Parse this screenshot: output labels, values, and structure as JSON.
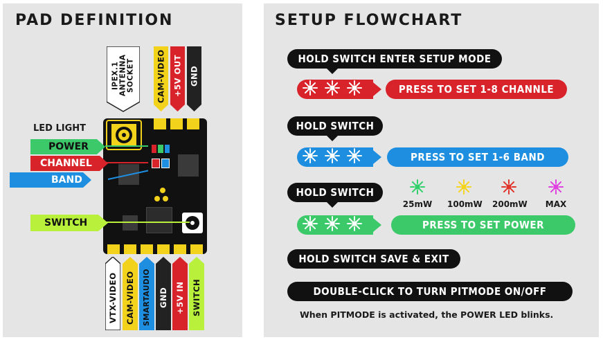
{
  "left_panel": {
    "title": "PAD DEFINITION",
    "top_pads": {
      "antenna": "IPEX.1 ANTENNA SOCKET",
      "cam_video": "CAM-VIDEO",
      "five_v_out": "+5V OUT",
      "gnd": "GND"
    },
    "led_light": "LED LIGHT",
    "led_labels": {
      "power": "POWER",
      "channel": "CHANNEL",
      "band": "BAND"
    },
    "switch_label": "SWITCH",
    "bottom_pads": {
      "vtx_video": "VTX-VIDEO",
      "cam_video": "CAM-VIDEO",
      "smartaudio": "SMARTAUDIO",
      "gnd": "GND",
      "five_v_in": "+5V IN",
      "switch": "SWITCH"
    }
  },
  "right_panel": {
    "title": "SETUP FLOWCHART",
    "step1": "HOLD SWITCH  ENTER SETUP MODE",
    "channel_action": "PRESS TO SET 1-8 CHANNLE",
    "step2": "HOLD SWITCH",
    "band_action": "PRESS TO SET 1-6 BAND",
    "step3": "HOLD SWITCH",
    "power_levels": [
      "25mW",
      "100mW",
      "200mW",
      "MAX"
    ],
    "power_action": "PRESS TO SET POWER",
    "step4": "HOLD SWITCH  SAVE & EXIT",
    "pitmode_action": "DOUBLE-CLICK TO TURN PITMODE ON/OFF",
    "note": "When PITMODE is activated, the POWER LED blinks."
  },
  "colors": {
    "red": "#d9232a",
    "blue": "#1e8fe0",
    "green": "#3cc96a",
    "yellow": "#f3d21c",
    "lime": "#b8f03c",
    "power_green": "#2fd06a",
    "power_yellow": "#f5d41e",
    "power_red": "#e0332a",
    "power_magenta": "#e040e0"
  },
  "icons": [
    "led-blink-icon",
    "arrow-right-icon",
    "antenna-socket-icon",
    "switch-button-icon"
  ]
}
